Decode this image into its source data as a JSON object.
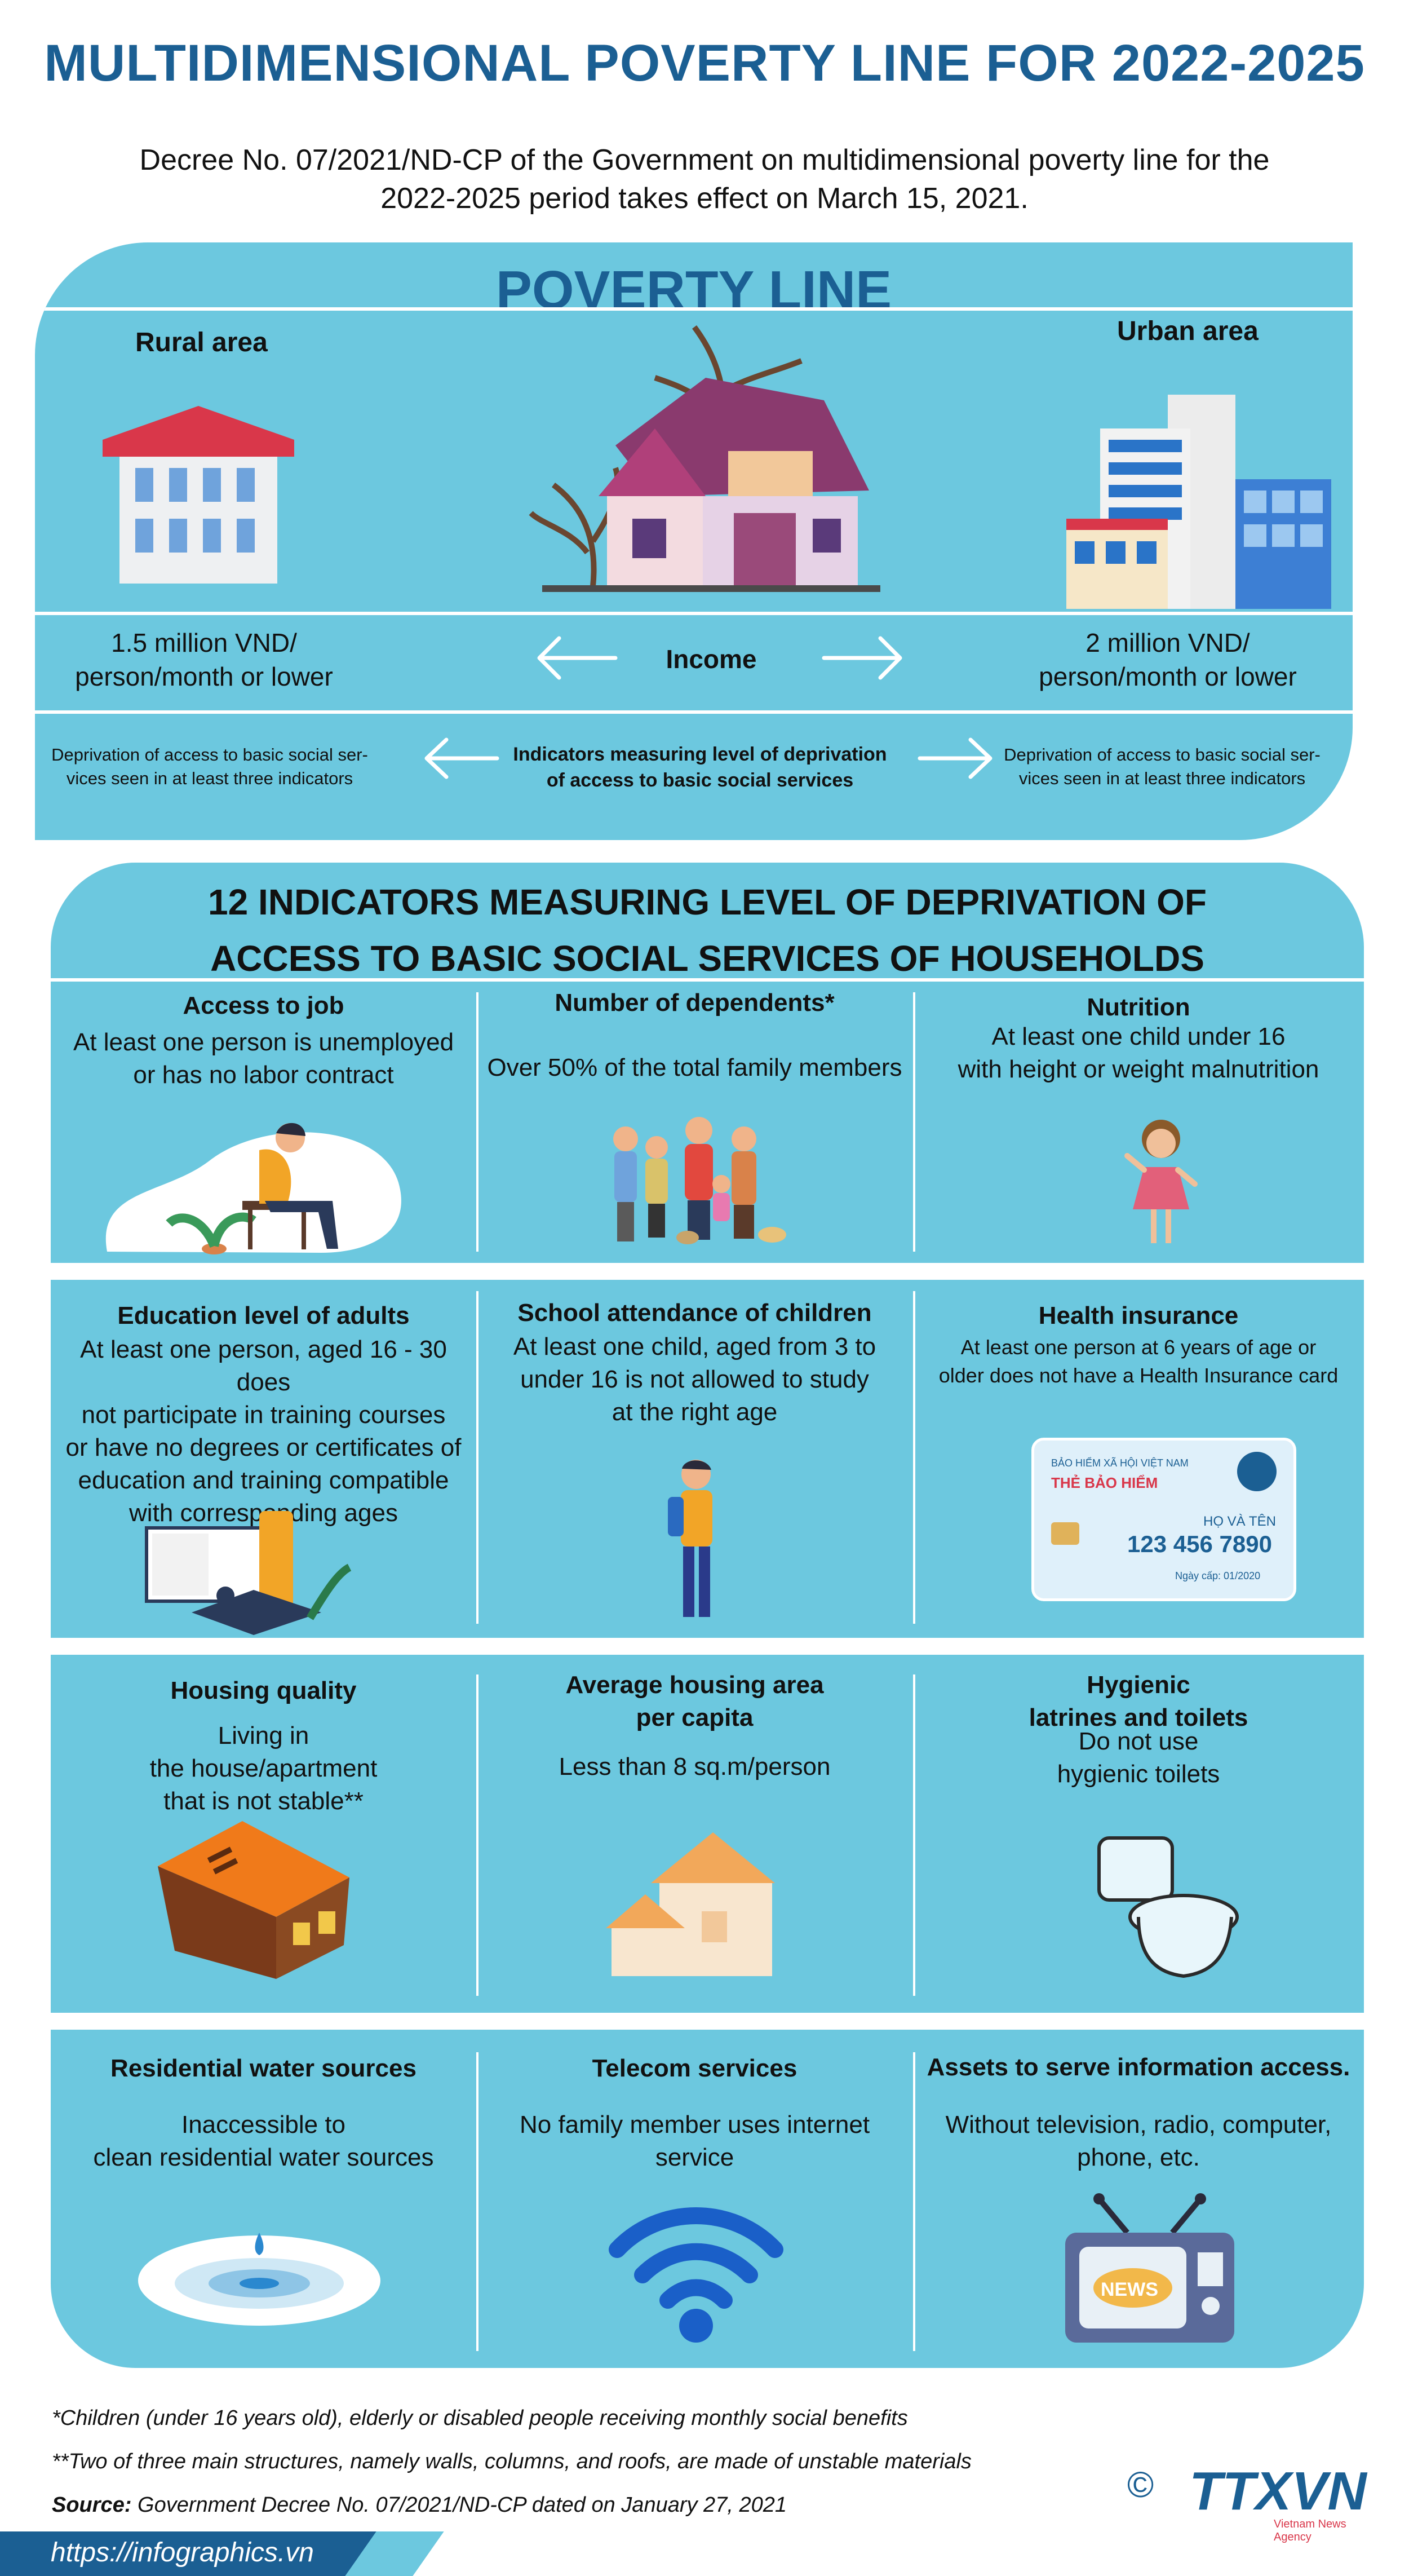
{
  "header": {
    "title": "MULTIDIMENSIONAL POVERTY LINE FOR 2022-2025",
    "decree_line1": "Decree No. 07/2021/ND-CP of the Government on multidimensional poverty line for the",
    "decree_line2": "2022-2025 period takes effect on March 15, 2021."
  },
  "poverty_line": {
    "title": "POVERTY LINE",
    "rural_label": "Rural area",
    "urban_label": "Urban area",
    "rural_income_line1": "1.5 million VND/",
    "rural_income_line2": "person/month or lower",
    "income_label": "Income",
    "urban_income_line1": "2 million VND/",
    "urban_income_line2": "person/month or lower",
    "rural_dep_line1": "Deprivation of access to basic social ser-",
    "rural_dep_line2": "vices seen in at least three indicators",
    "indicator_label_line1": "Indicators measuring level of deprivation",
    "indicator_label_line2": "of access to basic social services",
    "urban_dep_line1": "Deprivation of access to basic social ser-",
    "urban_dep_line2": "vices seen in at least three indicators"
  },
  "indicators_section": {
    "title_line1": "12 INDICATORS MEASURING LEVEL OF DEPRIVATION OF",
    "title_line2": "ACCESS TO BASIC SOCIAL SERVICES OF HOUSEHOLDS",
    "items": [
      {
        "title": "Access to job",
        "desc1": "At least one person is unemployed",
        "desc2": "or has no labor contract"
      },
      {
        "title": "Number of dependents*",
        "desc1": "Over 50% of the total family members"
      },
      {
        "title": "Nutrition",
        "desc1": "At least one child under 16",
        "desc2": "with height or weight malnutrition"
      },
      {
        "title": "Education level of adults",
        "desc1": "At least one person, aged 16 - 30 does",
        "desc2": "not participate in training courses",
        "desc3": "or have no degrees or certificates of",
        "desc4": "education and training compatible",
        "desc5": "with corresponding ages"
      },
      {
        "title": "School attendance of children",
        "desc1": "At least one child, aged from 3 to",
        "desc2": "under 16 is not allowed to study",
        "desc3": "at the right age"
      },
      {
        "title": "Health insurance",
        "desc1": "At least one person at 6 years of age or",
        "desc2": "older does not have a Health Insurance card"
      },
      {
        "title": "Housing quality",
        "desc1": "Living in",
        "desc2": "the house/apartment",
        "desc3": "that is not stable**"
      },
      {
        "title1": "Average housing area",
        "title2": "per capita",
        "desc1": "Less than 8 sq.m/person"
      },
      {
        "title1": "Hygienic",
        "title2": "latrines and toilets",
        "desc1": "Do not use",
        "desc2": "hygienic toilets"
      },
      {
        "title": "Residential water sources",
        "desc1": "Inaccessible to",
        "desc2": "clean residential water sources"
      },
      {
        "title": "Telecom services",
        "desc1": "No family member uses internet",
        "desc2": "service"
      },
      {
        "title": "Assets to serve information access.",
        "desc1": "Without television, radio, computer,",
        "desc2": "phone, etc."
      }
    ]
  },
  "health_card": {
    "org": "BẢO HIỂM XÃ HỘI VIỆT NAM",
    "card_title": "THẺ BẢO HIỂM",
    "name_label": "HỌ VÀ TÊN",
    "number": "123 456 7890",
    "issue": "Ngày cấp: 01/2020"
  },
  "tv_label": "NEWS",
  "footnotes": {
    "note1": "*Children (under 16 years old), elderly or disabled people receiving monthly social benefits",
    "note2": "**Two of three main structures, namely walls, columns, and roofs, are made of unstable materials",
    "source_label": "Source:",
    "source_text": " Government  Decree No. 07/2021/ND-CP dated on January 27, 2021"
  },
  "footer": {
    "url": "https://infographics.vn",
    "logo_text": "TTXVN",
    "logo_sub": "Vietnam News Agency",
    "copyright": "©"
  },
  "colors": {
    "title_blue": "#1b5f93",
    "panel_blue": "#6cc8df",
    "white": "#ffffff"
  }
}
